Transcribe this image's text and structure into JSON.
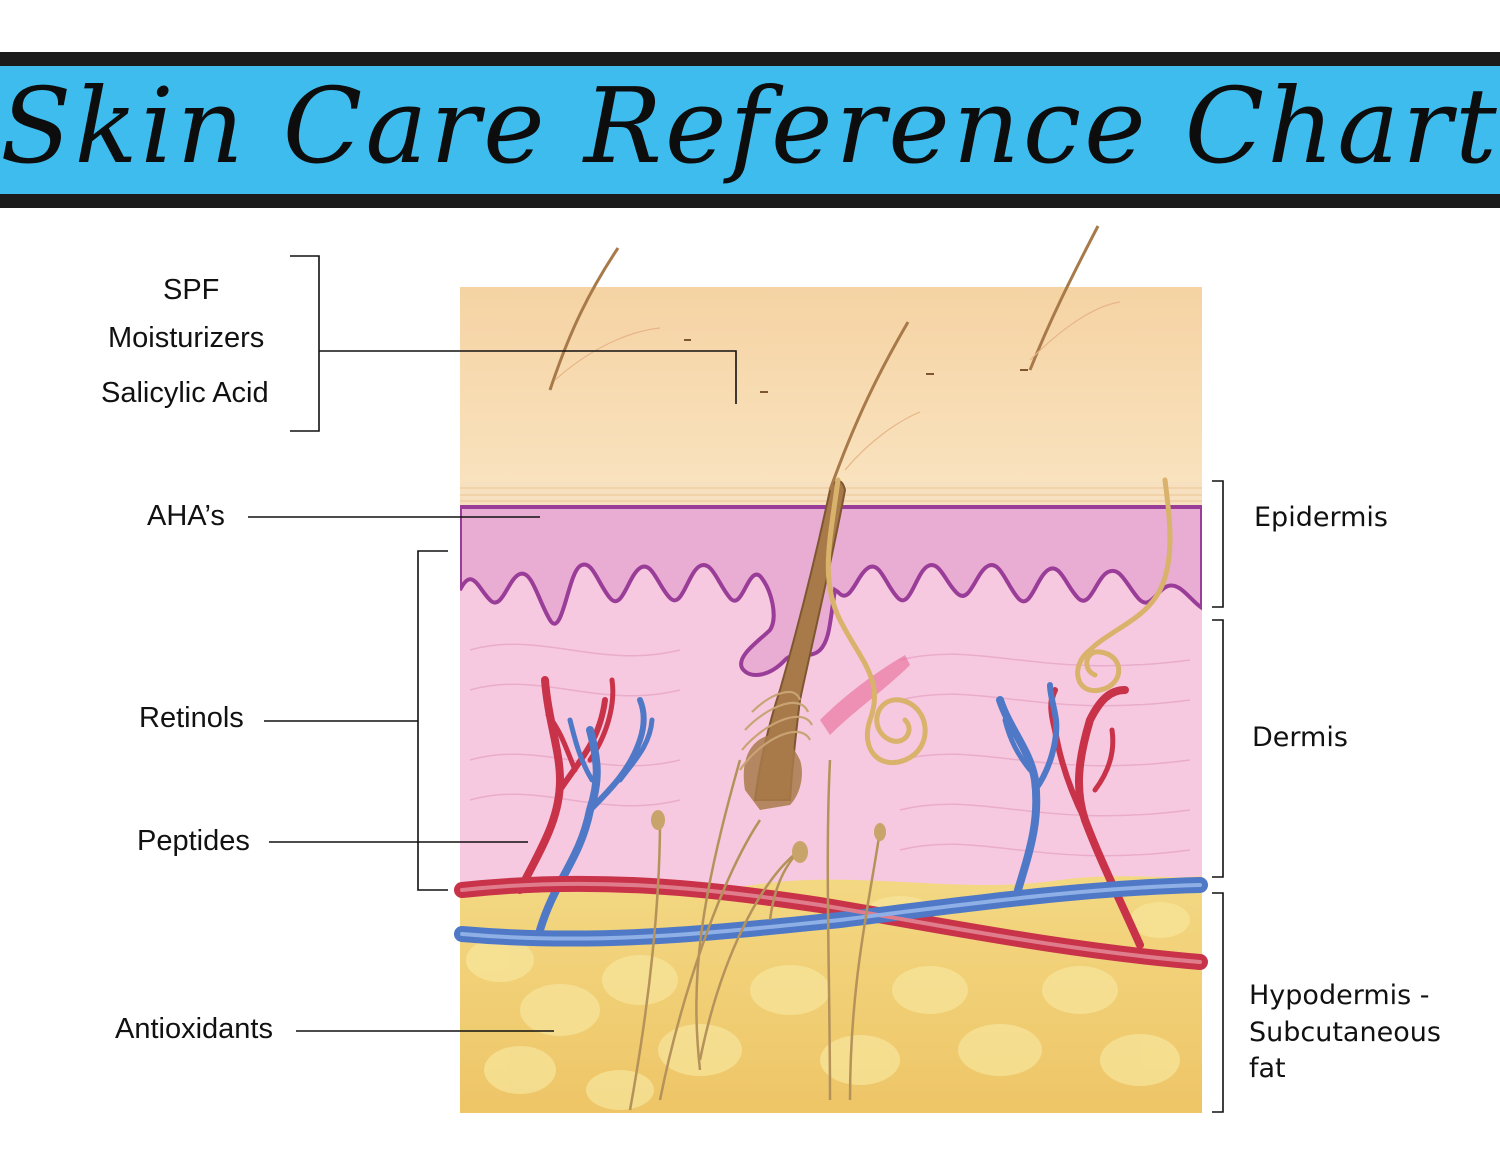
{
  "title": "Skin Care Reference Chart",
  "products": {
    "spf": "SPF",
    "moisturizers": "Moisturizers",
    "salicylic_acid": "Salicylic Acid",
    "ahas": "AHA’s",
    "retinols": "Retinols",
    "peptides": "Peptides",
    "antioxidants": "Antioxidants"
  },
  "layers": {
    "epidermis": "Epidermis",
    "dermis": "Dermis",
    "hypodermis_line1": "Hypodermis -",
    "hypodermis_line2": "Subcutaneous",
    "hypodermis_line3": "fat"
  },
  "colors": {
    "banner": "#3ebced",
    "surface": "#f6d6a8",
    "epidermis": "#e6a8d1",
    "dermis": "#f7c6df",
    "fat": "#f2cf72",
    "artery": "#c8334a",
    "vein": "#4f79c6",
    "hair": "#a87a4a"
  }
}
